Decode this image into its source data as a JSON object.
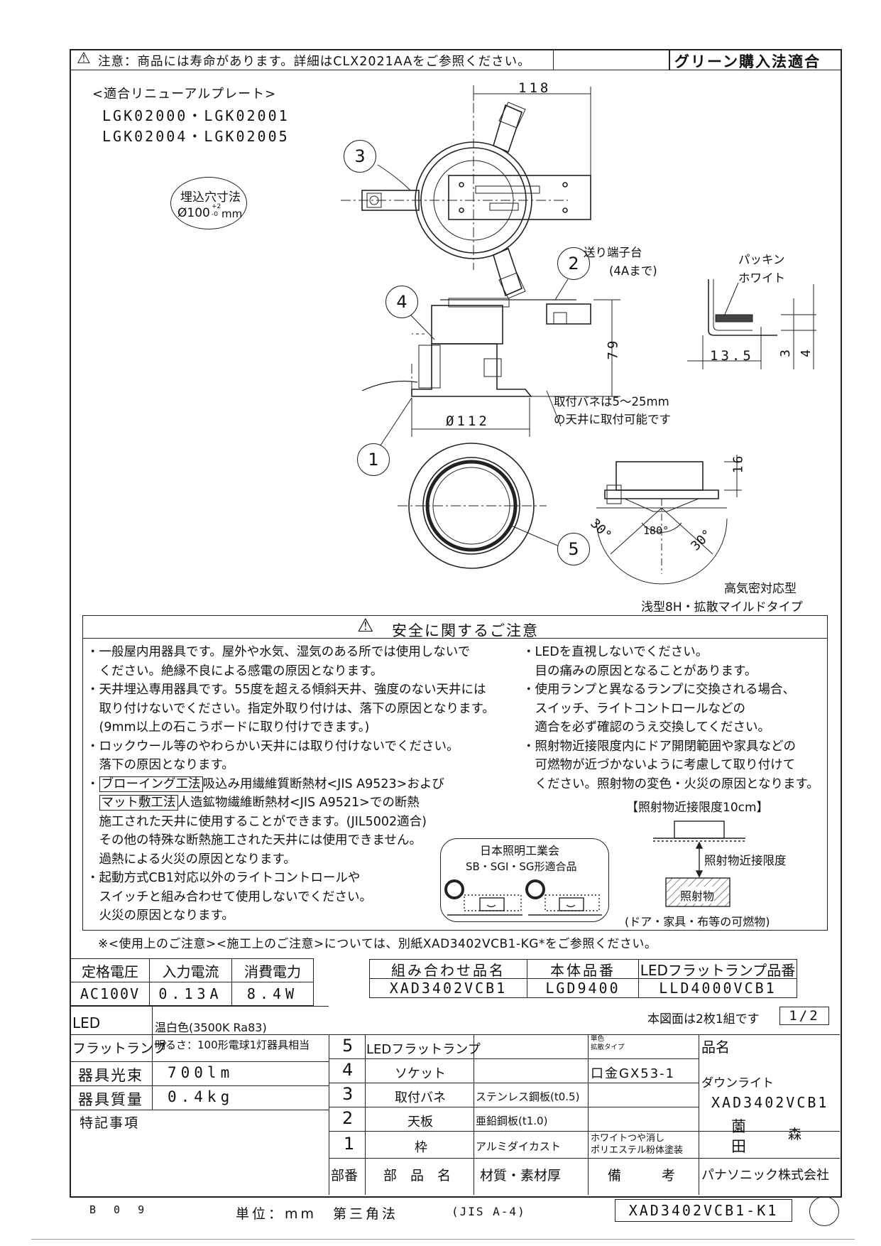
{
  "header": {
    "caution": "注意：商品には寿命があります。詳細はCLX2021AAをご参照ください。",
    "green_label": "グリーン購入法適合"
  },
  "renewal": {
    "title": "<適合リニューアルプレート>",
    "line1": "LGK02000・LGK02001",
    "line2": "LGK02004・LGK02005"
  },
  "cutout": {
    "title": "埋込穴寸法",
    "value": "Ø100",
    "tol_plus": "+2",
    "tol_minus": "-0",
    "unit": "mm"
  },
  "dims": {
    "top_width": "118",
    "height": "79",
    "dia": "Ø112",
    "height2": "16",
    "packing_w": "13.5",
    "packing_h1": "3",
    "packing_h2": "4",
    "angle_left": "30°",
    "angle_center": "180°",
    "angle_right": "30°"
  },
  "callouts": {
    "terminal": "送り端子台",
    "terminal_sub": "(4Aまで)",
    "packing": "パッキン",
    "packing_color": "ホワイト",
    "spring_line1": "取付バネは5～25mm",
    "spring_line2": "の天井に取付可能です",
    "n1": "1",
    "n2": "2",
    "n3": "3",
    "n4": "4",
    "n5": "5"
  },
  "type_label": {
    "line1": "高気密対応型",
    "line2": "浅型8H・拡散マイルドタイプ"
  },
  "safety": {
    "title": "安全に関するご注意",
    "left": [
      "・一般屋内用器具です。屋外や水気、湿気のある所では使用しないで",
      "　ください。絶縁不良による感電の原因となります。",
      "・天井埋込専用器具です。55度を超える傾斜天井、強度のない天井には",
      "　取り付けないでください。指定外取り付けは、落下の原因となります。",
      "　(9mm以上の石こうボードに取り付けできます。)",
      "・ロックウール等のやわらかい天井には取り付けないでください。",
      "　落下の原因となります。"
    ],
    "blow_label": "ブローイング工法",
    "blow_text": "吸込み用繊維質断熱材<JIS A9523>および",
    "mat_label": "マット敷工法",
    "mat_text": "人造鉱物繊維断熱材<JIS A9521>での断熱",
    "left2": [
      "　施工された天井に使用することができます。(JIL5002適合)",
      "　その他の特殊な断熱施工された天井には使用できません。",
      "　過熱による火災の原因となります。",
      "・起動方式CB1対応以外のライトコントロールや",
      "　スイッチと組み合わせて使用しないでください。",
      "　火災の原因となります。"
    ],
    "right": [
      "・LEDを直視しないでください。",
      "　目の痛みの原因となることがあります。",
      "・使用ランプと異なるランプに交換される場合、",
      "　スイッチ、ライトコントロールなどの",
      "　適合を必ず確認のうえ交換してください。",
      "・照射物近接限度内にドア開閉範囲や家具などの",
      "　可燃物が近づかないように考慮して取り付けて",
      "　ください。照射物の変色・火災の原因となります。"
    ],
    "jlma_line1": "日本照明工業会",
    "jlma_line2": "SB・SGI・SG形適合品",
    "proximity_title": "【照射物近接限度10cm】",
    "proximity_label": "照射物近接限度",
    "irradiated": "照射物",
    "irradiated_note": "(ドア・家具・布等の可燃物)"
  },
  "reference_note": "※<使用上のご注意><施工上のご注意>については、別紙XAD3402VCB1-KG*をご参照ください。",
  "ratings": {
    "headers": [
      "定格電圧",
      "入力電流",
      "消費電力"
    ],
    "values": [
      "AC100V",
      "0.13A",
      "8.4W"
    ]
  },
  "combo": {
    "headers": [
      "組み合わせ品名",
      "本体品番",
      "LEDフラットランプ品番"
    ],
    "values": [
      "XAD3402VCB1",
      "LGD9400",
      "LLD4000VCB1"
    ]
  },
  "page_note": "本図面は2枚1組です",
  "page_num": "1/2",
  "specs": {
    "led_label1": "LED",
    "led_label2": "フラットランプ",
    "color": "温白色(3500K Ra83)",
    "brightness": "明るさ：100形電球1灯器具相当",
    "flux_label": "器具光束",
    "flux": "700lm",
    "mass_label": "器具質量",
    "mass": "0.4kg",
    "remarks_label": "特記事項"
  },
  "parts": [
    {
      "no": "5",
      "name": "LEDフラットランプ",
      "material": "",
      "note_small": "単色\n拡散タイプ"
    },
    {
      "no": "4",
      "name": "ソケット",
      "material": "",
      "note": "口金GX53-1"
    },
    {
      "no": "3",
      "name": "取付バネ",
      "material": "ステンレス鋼板(t0.5)",
      "note": ""
    },
    {
      "no": "2",
      "name": "天板",
      "material": "亜鉛鋼板(t1.0)",
      "note": ""
    },
    {
      "no": "1",
      "name": "枠",
      "material": "アルミダイカスト",
      "note": "ホワイトつや消し\nポリエステル粉体塗装"
    }
  ],
  "parts_header": {
    "no": "部番",
    "name": "部　品　名",
    "material": "材質・素材厚",
    "note": "備　　　考"
  },
  "product": {
    "label": "品名",
    "name": "ダウンライト",
    "model": "XAD3402VCB1",
    "sign1": "薗",
    "sign2": "森",
    "sign3": "田",
    "company": "パナソニック株式会社"
  },
  "footer": {
    "code": "B 0 9",
    "unit": "単位：mm　第三角法",
    "paper": "(JIS A-4)",
    "drawing_no": "XAD3402VCB1-K1"
  }
}
